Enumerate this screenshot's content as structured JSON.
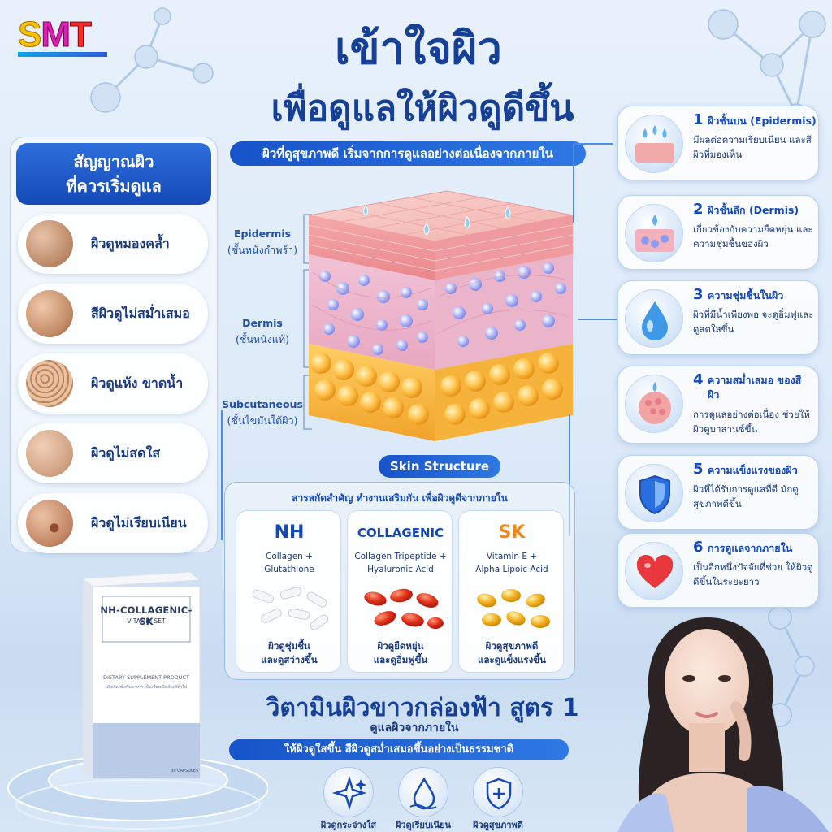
{
  "logo": {
    "s": "S",
    "m": "M",
    "t": "T"
  },
  "headline": {
    "line1": "เข้าใจผิว",
    "line2": "เพื่อดูแลให้ผิวดูดีขึ้น"
  },
  "subheadline": "ผิวที่ดูสุขภาพดี เริ่มจากการดูแลอย่างต่อเนื่องจากภายใน",
  "signs": {
    "title_line1": "สัญญาณผิว",
    "title_line2": "ที่ควรเริ่มดูแล",
    "items": [
      {
        "label": "ผิวดูหมองคล้ำ"
      },
      {
        "label": "สีผิวดูไม่สม่ำเสมอ"
      },
      {
        "label": "ผิวดูแห้ง ขาดน้ำ"
      },
      {
        "label": "ผิวดูไม่สดใส"
      },
      {
        "label": "ผิวดูไม่เรียบเนียน"
      }
    ]
  },
  "layers": [
    {
      "name": "Epidermis",
      "thai": "(ชั้นหนังกำพร้า)"
    },
    {
      "name": "Dermis",
      "thai": "(ชั้นหนังแท้)"
    },
    {
      "name": "Subcutaneous",
      "thai": "(ชั้นไขมันใต้ผิว)"
    }
  ],
  "skin_structure_label": "Skin Structure",
  "facts": [
    {
      "num": "1",
      "title": "ผิวชั้นบน (Epidermis)",
      "desc": "มีผลต่อความเรียบเนียน และสีผิวที่มองเห็น"
    },
    {
      "num": "2",
      "title": "ผิวชั้นลึก (Dermis)",
      "desc": "เกี่ยวข้องกับความยืดหยุ่น และความชุ่มชื้นของผิว"
    },
    {
      "num": "3",
      "title": "ความชุ่มชื้นในผิว",
      "desc": "ผิวที่มีน้ำเพียงพอ จะดูอิ่มฟูและดูสดใสขึ้น"
    },
    {
      "num": "4",
      "title": "ความสม่ำเสมอ ของสีผิว",
      "desc": "การดูแลอย่างต่อเนื่อง ช่วยให้ผิวดูบาลานซ์ขึ้น"
    },
    {
      "num": "5",
      "title": "ความแข็งแรงของผิว",
      "desc": "ผิวที่ได้รับการดูแลที่ดี มักดูสุขภาพดีขึ้น"
    },
    {
      "num": "6",
      "title": "การดูแลจากภายใน",
      "desc": "เป็นอีกหนึ่งปัจจัยที่ช่วย ให้ผิวดูดีขึ้นในระยะยาว"
    }
  ],
  "ingredients": {
    "title": "สารสกัดสำคัญ ทำงานเสริมกัน เพื่อผิวดูดีจากภายใน",
    "items": [
      {
        "name": "NH",
        "sub1": "Collagen +",
        "sub2": "Glutathione",
        "bene1": "ผิวดูชุ่มชื้น",
        "bene2": "และดูสว่างขึ้น",
        "color": "#1549b8"
      },
      {
        "name": "COLLAGENIC",
        "sub1": "Collagen Tripeptide +",
        "sub2": "Hyaluronic Acid",
        "bene1": "ผิวดูยืดหยุ่น",
        "bene2": "และดูอิ่มฟูขึ้น",
        "color": "#1549b8"
      },
      {
        "name": "SK",
        "sub1": "Vitamin E +",
        "sub2": "Alpha Lipoic Acid",
        "bene1": "ผิวดูสุขภาพดี",
        "bene2": "และดูแข็งแรงขึ้น",
        "color": "#f08a1a"
      }
    ]
  },
  "product": {
    "name": "NH-COLLAGENIC-SK",
    "subname": "VITAMIN SET",
    "type": "DIETARY SUPPLEMENT PRODUCT",
    "fine": "ผลิตภัณฑ์เสริมอาหาร เป็นเพียงผลิตภัณฑ์ทั่วไป",
    "caps": "30 CAPSULES"
  },
  "bottom": {
    "title": "วิตามินผิวขาวกล่องฟ้า สูตร 1",
    "subtitle": "ดูแลผิวจากภายใน",
    "tagline": "ให้ผิวดูใสขึ้น สีผิวดูสม่ำเสมอขึ้นอย่างเป็นธรรมชาติ",
    "benefits": [
      {
        "label": "ผิวดูกระจ่างใส",
        "icon": "sparkle-icon"
      },
      {
        "label": "ผิวดูเรียบเนียน",
        "icon": "drop-icon"
      },
      {
        "label": "ผิวดูสุขภาพดี",
        "icon": "shield-icon"
      }
    ]
  },
  "colors": {
    "primary": "#1549b8",
    "accent_orange": "#f08a1a",
    "background": "#e8f1fb"
  }
}
